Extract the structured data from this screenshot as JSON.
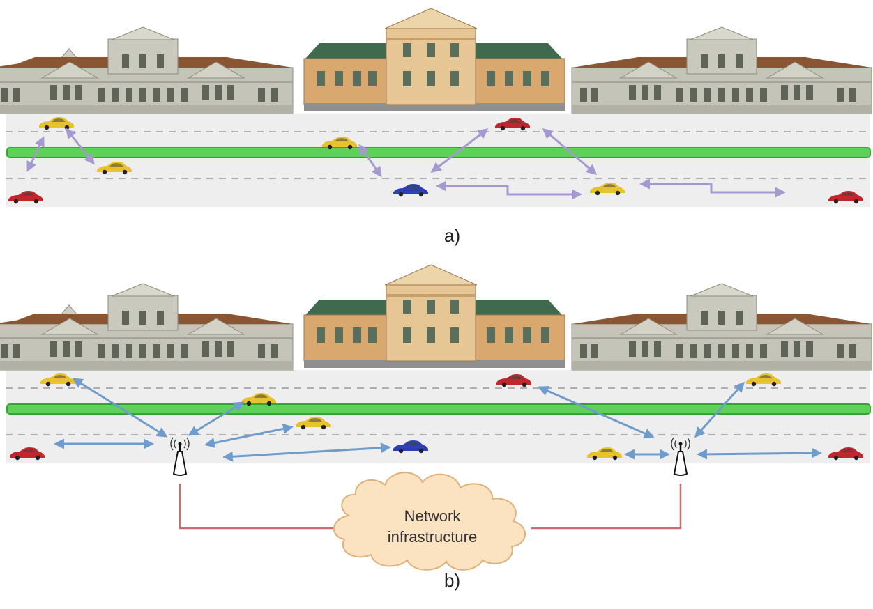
{
  "panels": [
    {
      "id": "a",
      "label": "a)"
    },
    {
      "id": "b",
      "label": "b)"
    }
  ],
  "cloud": {
    "line1": "Network",
    "line2": "infrastructure"
  },
  "colors": {
    "v2v_arrow": "#a599cf",
    "v2i_arrow": "#6f9ccb",
    "median_strip": "#5fd05a",
    "backhaul_link": "#cc6b6b",
    "cloud_fill": "#fbe2c0",
    "road": "#eeeeee"
  },
  "icons": [
    "building-icon",
    "car-icon",
    "antenna-tower-icon",
    "cloud-icon",
    "double-arrow-icon"
  ]
}
